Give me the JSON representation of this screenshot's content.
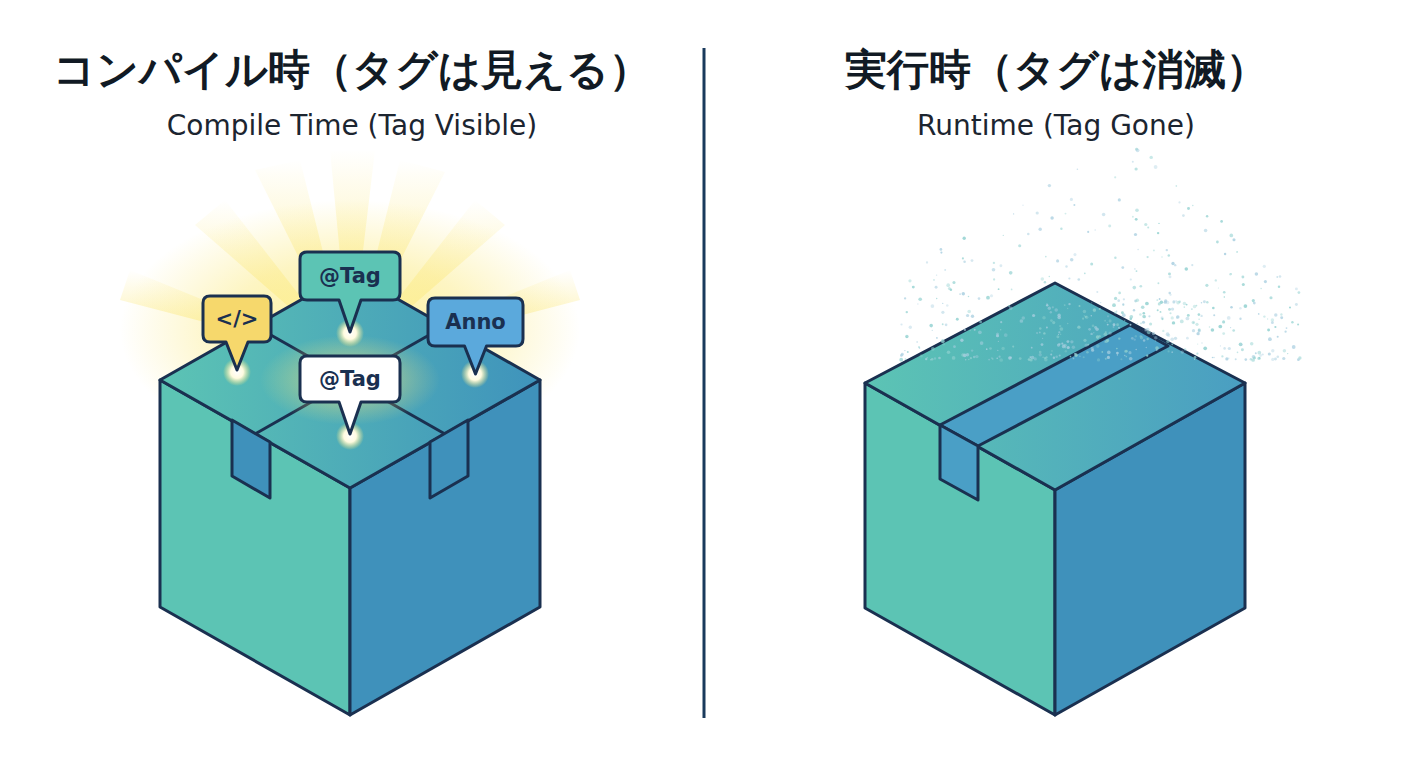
{
  "diagram": {
    "nodes": [
      {
        "text": [
          "@Tag"
        ]
      },
      {
        "text": [
          "</>"
        ]
      },
      {
        "text": [
          "Anno"
        ]
      },
      {
        "text": [
          "@Tag"
        ]
      }
    ],
    "labels": [
      "コンパイル時（タグは見える）",
      "Compile Time (Tag Visible)",
      "実行時（タグは消滅）",
      "Runtime (Tag Gone)"
    ]
  }
}
